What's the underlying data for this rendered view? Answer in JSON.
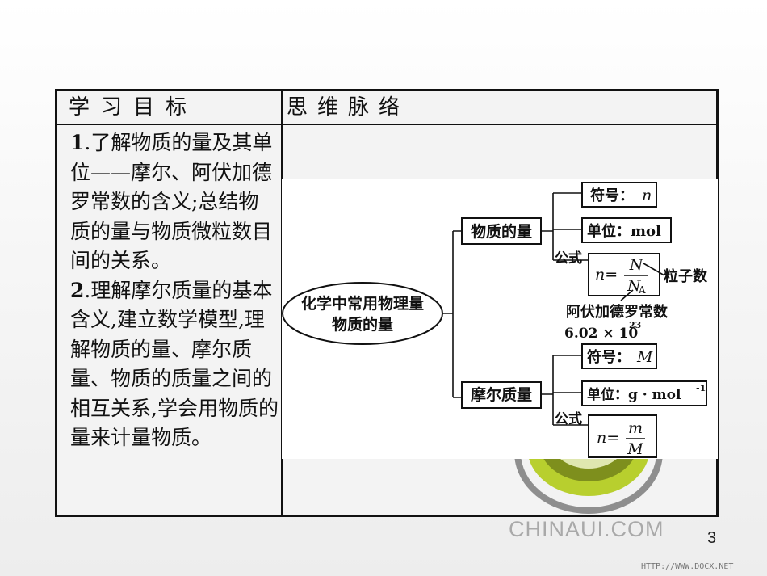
{
  "header": {
    "left": "学习目标",
    "right": "思维脉络"
  },
  "objectives": {
    "item1_num": "1",
    "item1_text": ".了解物质的量及其单位——摩尔、阿伏加德罗常数的含义;总结物质的量与物质微粒数目间的关系。",
    "item2_num": "2",
    "item2_text": ".理解摩尔质量的基本含义,建立数学模型,理解物质的量、摩尔质量、物质的质量之间的相互关系,学会用物质的量来计量物质。"
  },
  "mindmap": {
    "root_line1": "化学中常用物理量",
    "root_line2": "物质的量",
    "branch1": "物质的量",
    "b1_symbol_label": "符号：",
    "b1_symbol": "n",
    "b1_unit": "单位：mol",
    "b1_formula_label": "公式",
    "b1_n": "n=",
    "b1_num": "N",
    "b1_den": "N",
    "b1_den_sub": "A",
    "b1_particle": "粒子数",
    "avogadro_label": "阿伏加德罗常数",
    "avogadro_base": "6.02 × 10",
    "avogadro_exp": "23",
    "branch2": "摩尔质量",
    "b2_symbol_label": "符号：",
    "b2_symbol": "M",
    "b2_unit": "单位：g · mol",
    "b2_unit_exp": "-1",
    "b2_formula_label": "公式",
    "b2_n": "n=",
    "b2_num": "m",
    "b2_den": "M"
  },
  "footer": {
    "logo": "CHINAUI.COM",
    "page_number": "3",
    "watermark": "HTTP://WWW.DOCX.NET"
  }
}
